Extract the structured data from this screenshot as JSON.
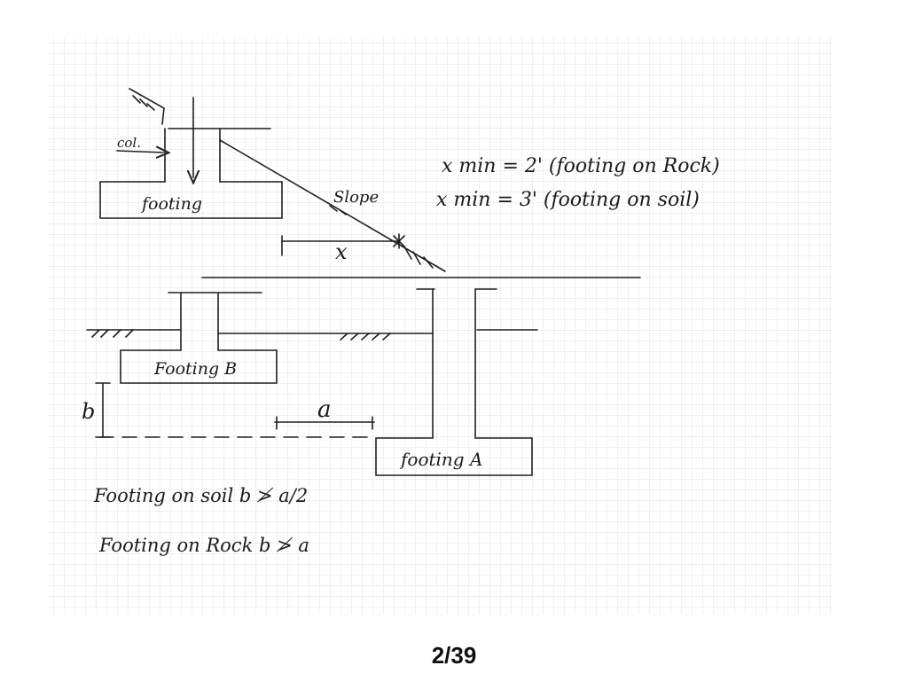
{
  "diagram": {
    "labels": {
      "col": "col.",
      "footing_top": "footing",
      "slope": "Slope",
      "x": "x",
      "footing_b": "Footing B",
      "footing_a": "footing A",
      "a": "a",
      "b": "b"
    },
    "rules": {
      "x_min_rock": "x min = 2' (footing on Rock)",
      "x_min_soil": "x min = 3' (footing on soil)",
      "soil": "Footing on soil   b ≯ a/2",
      "rock": "Footing on Rock   b ≯ a"
    }
  },
  "page_number": "2/39"
}
